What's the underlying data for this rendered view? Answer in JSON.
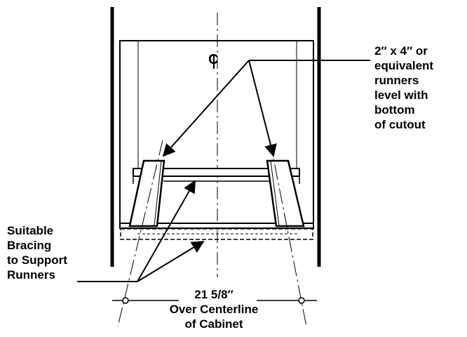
{
  "centerline_symbol": "C",
  "runner_note": {
    "lines": [
      "2″ x 4″ or",
      "equivalent",
      "runners",
      "level with",
      "bottom",
      "of cutout"
    ]
  },
  "bracing_note": {
    "lines": [
      "Suitable",
      "Bracing",
      "to Support",
      "Runners"
    ]
  },
  "dimension": {
    "value": "21 5/8″",
    "caption_lines": [
      "Over Centerline",
      "of Cabinet"
    ]
  }
}
